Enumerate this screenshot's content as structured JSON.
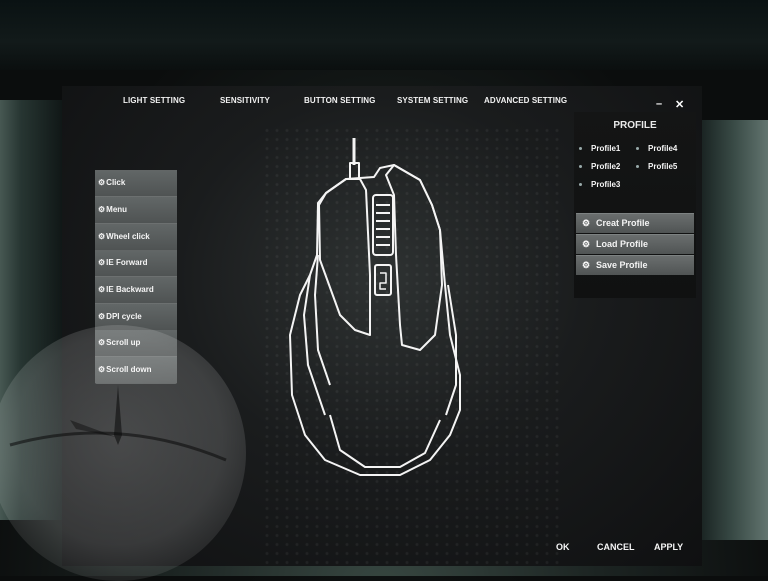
{
  "nav": {
    "tabs": [
      {
        "label": "LIGHT SETTING"
      },
      {
        "label": "SENSITIVITY"
      },
      {
        "label": "BUTTON SETTING"
      },
      {
        "label": "SYSTEM SETTING"
      },
      {
        "label": "ADVANCED SETTING"
      }
    ]
  },
  "window": {
    "minimize_label": "–",
    "close_label": "✕"
  },
  "profile": {
    "title": "PROFILE",
    "items": [
      "Profile1",
      "Profile2",
      "Profile3",
      "Profile4",
      "Profile5"
    ],
    "actions": [
      "Creat Profile",
      "Load Profile",
      "Save Profile"
    ]
  },
  "button_list": {
    "items": [
      "Click",
      "Menu",
      "Wheel click",
      "IE Forward",
      "IE Backward",
      "DPI cycle",
      "Scroll up",
      "Scroll down"
    ]
  },
  "footer": {
    "ok_label": "OK",
    "cancel_label": "CANCEL",
    "apply_label": "APPLY"
  },
  "icons": {
    "gear": "gear-icon"
  },
  "colors": {
    "accent": "#5a5e5e",
    "background": "#1a1c1d",
    "text": "#ffffff"
  }
}
